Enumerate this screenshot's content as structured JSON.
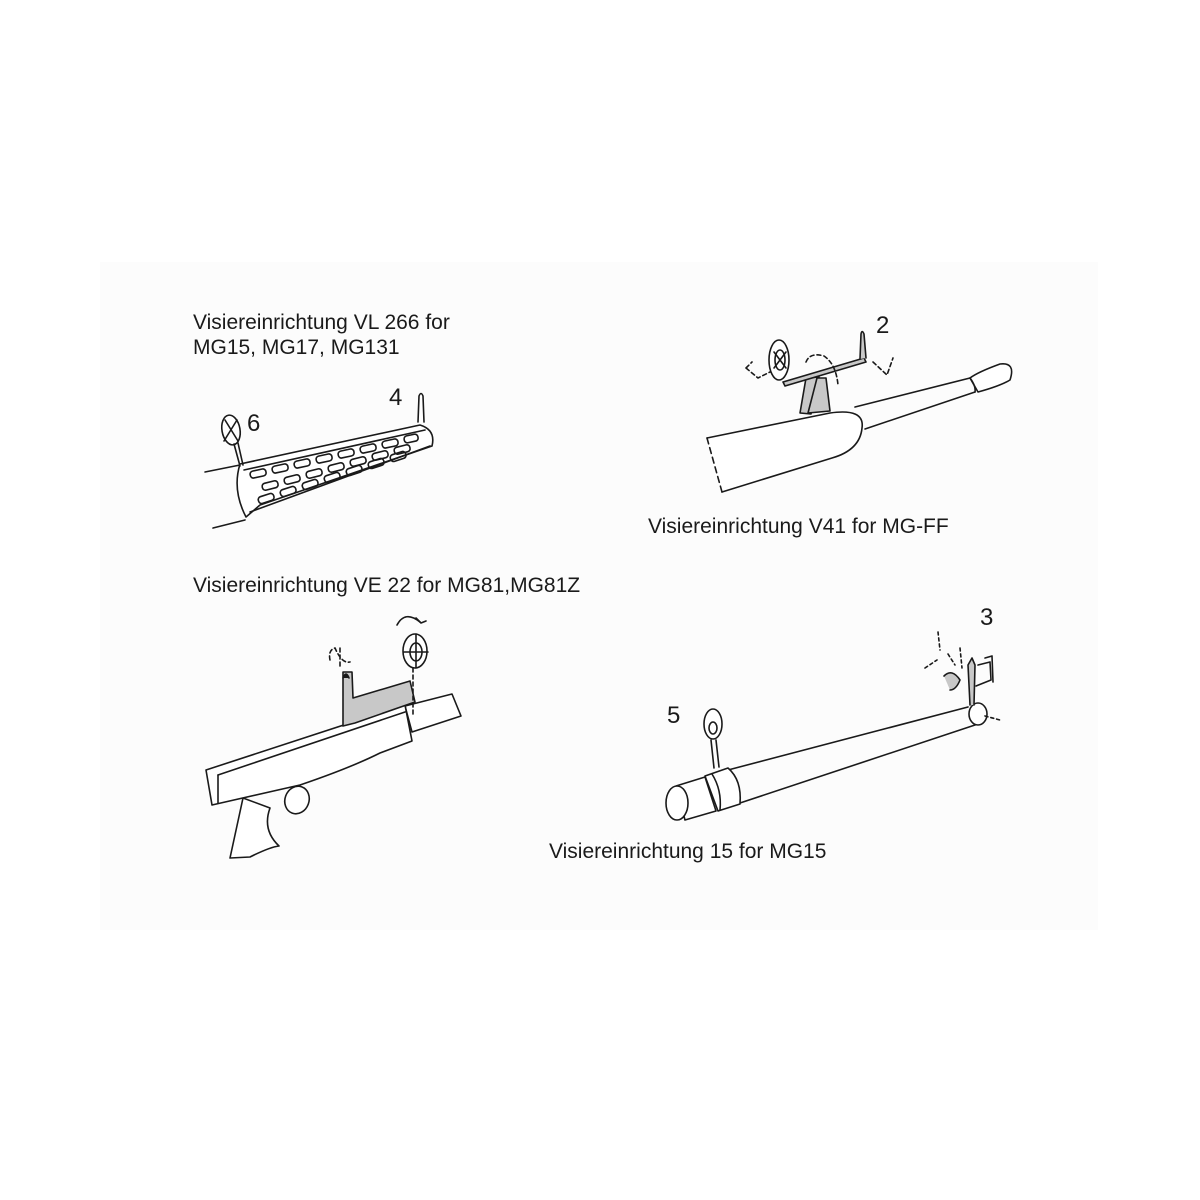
{
  "sheet": {
    "background": "#ffffff",
    "panel_color": "#fcfcfc",
    "line_color": "#1a1a1a",
    "fill_gray": "#c8c8c8"
  },
  "figures": [
    {
      "id": "vl266",
      "caption_lines": [
        "Visiereinrichtung VL 266 for",
        "MG15, MG17, MG131"
      ],
      "part_numbers": [
        "6",
        "4"
      ]
    },
    {
      "id": "v41",
      "caption_lines": [
        "Visiereinrichtung V41 for MG-FF"
      ],
      "part_numbers": [
        "2"
      ]
    },
    {
      "id": "ve22",
      "caption_lines": [
        "Visiereinrichtung VE 22 for MG81,MG81Z"
      ],
      "part_numbers": []
    },
    {
      "id": "ve15",
      "caption_lines": [
        "Visiereinrichtung 15 for MG15"
      ],
      "part_numbers": [
        "5",
        "3"
      ]
    }
  ]
}
